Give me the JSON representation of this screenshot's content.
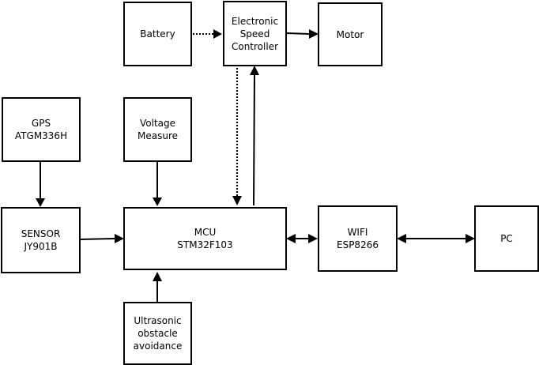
{
  "diagram": {
    "type": "block-diagram",
    "blocks": {
      "battery": {
        "lines": [
          "Battery"
        ]
      },
      "esc": {
        "lines": [
          "Electronic",
          "Speed",
          "Controller"
        ]
      },
      "motor": {
        "lines": [
          "Motor"
        ]
      },
      "gps": {
        "lines": [
          "GPS",
          "ATGM336H"
        ]
      },
      "voltage": {
        "lines": [
          "Voltage",
          "Measure"
        ]
      },
      "sensor": {
        "lines": [
          "SENSOR",
          "JY901B"
        ]
      },
      "mcu": {
        "lines": [
          "MCU",
          "STM32F103"
        ]
      },
      "wifi": {
        "lines": [
          "WIFI",
          "ESP8266"
        ]
      },
      "pc": {
        "lines": [
          "PC"
        ]
      },
      "ultrasonic": {
        "lines": [
          "Ultrasonic",
          "obstacle",
          "avoidance"
        ]
      }
    },
    "connections": [
      {
        "from": "battery",
        "to": "esc",
        "style": "dotted",
        "direction": "forward"
      },
      {
        "from": "esc",
        "to": "motor",
        "style": "solid",
        "direction": "forward"
      },
      {
        "from": "esc",
        "to": "mcu",
        "style": "dotted",
        "direction": "forward"
      },
      {
        "from": "mcu",
        "to": "esc",
        "style": "solid",
        "direction": "forward"
      },
      {
        "from": "gps",
        "to": "sensor",
        "style": "solid",
        "direction": "forward"
      },
      {
        "from": "voltage",
        "to": "mcu",
        "style": "solid",
        "direction": "forward"
      },
      {
        "from": "sensor",
        "to": "mcu",
        "style": "solid",
        "direction": "forward"
      },
      {
        "from": "mcu",
        "to": "wifi",
        "style": "solid",
        "direction": "bidirectional"
      },
      {
        "from": "wifi",
        "to": "pc",
        "style": "solid",
        "direction": "bidirectional"
      },
      {
        "from": "ultrasonic",
        "to": "mcu",
        "style": "solid",
        "direction": "forward"
      }
    ]
  }
}
